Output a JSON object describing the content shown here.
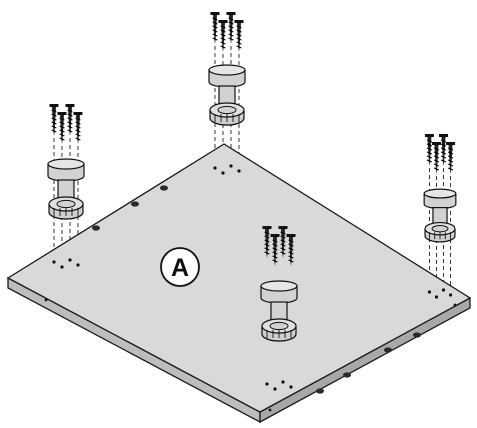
{
  "panel": {
    "label": "A",
    "top_color": "#d9d9d9",
    "edge_color": "#bdbdbd",
    "edge_dark": "#a8a8a8",
    "outline_color": "#1a1a1a"
  },
  "leg": {
    "body_color": "#d2d2d2",
    "cap_color": "#e6e6e6",
    "count": 4,
    "screws_per_leg": 4
  },
  "icons": [
    "leg-icon",
    "screw-icon",
    "dowel-icon"
  ]
}
